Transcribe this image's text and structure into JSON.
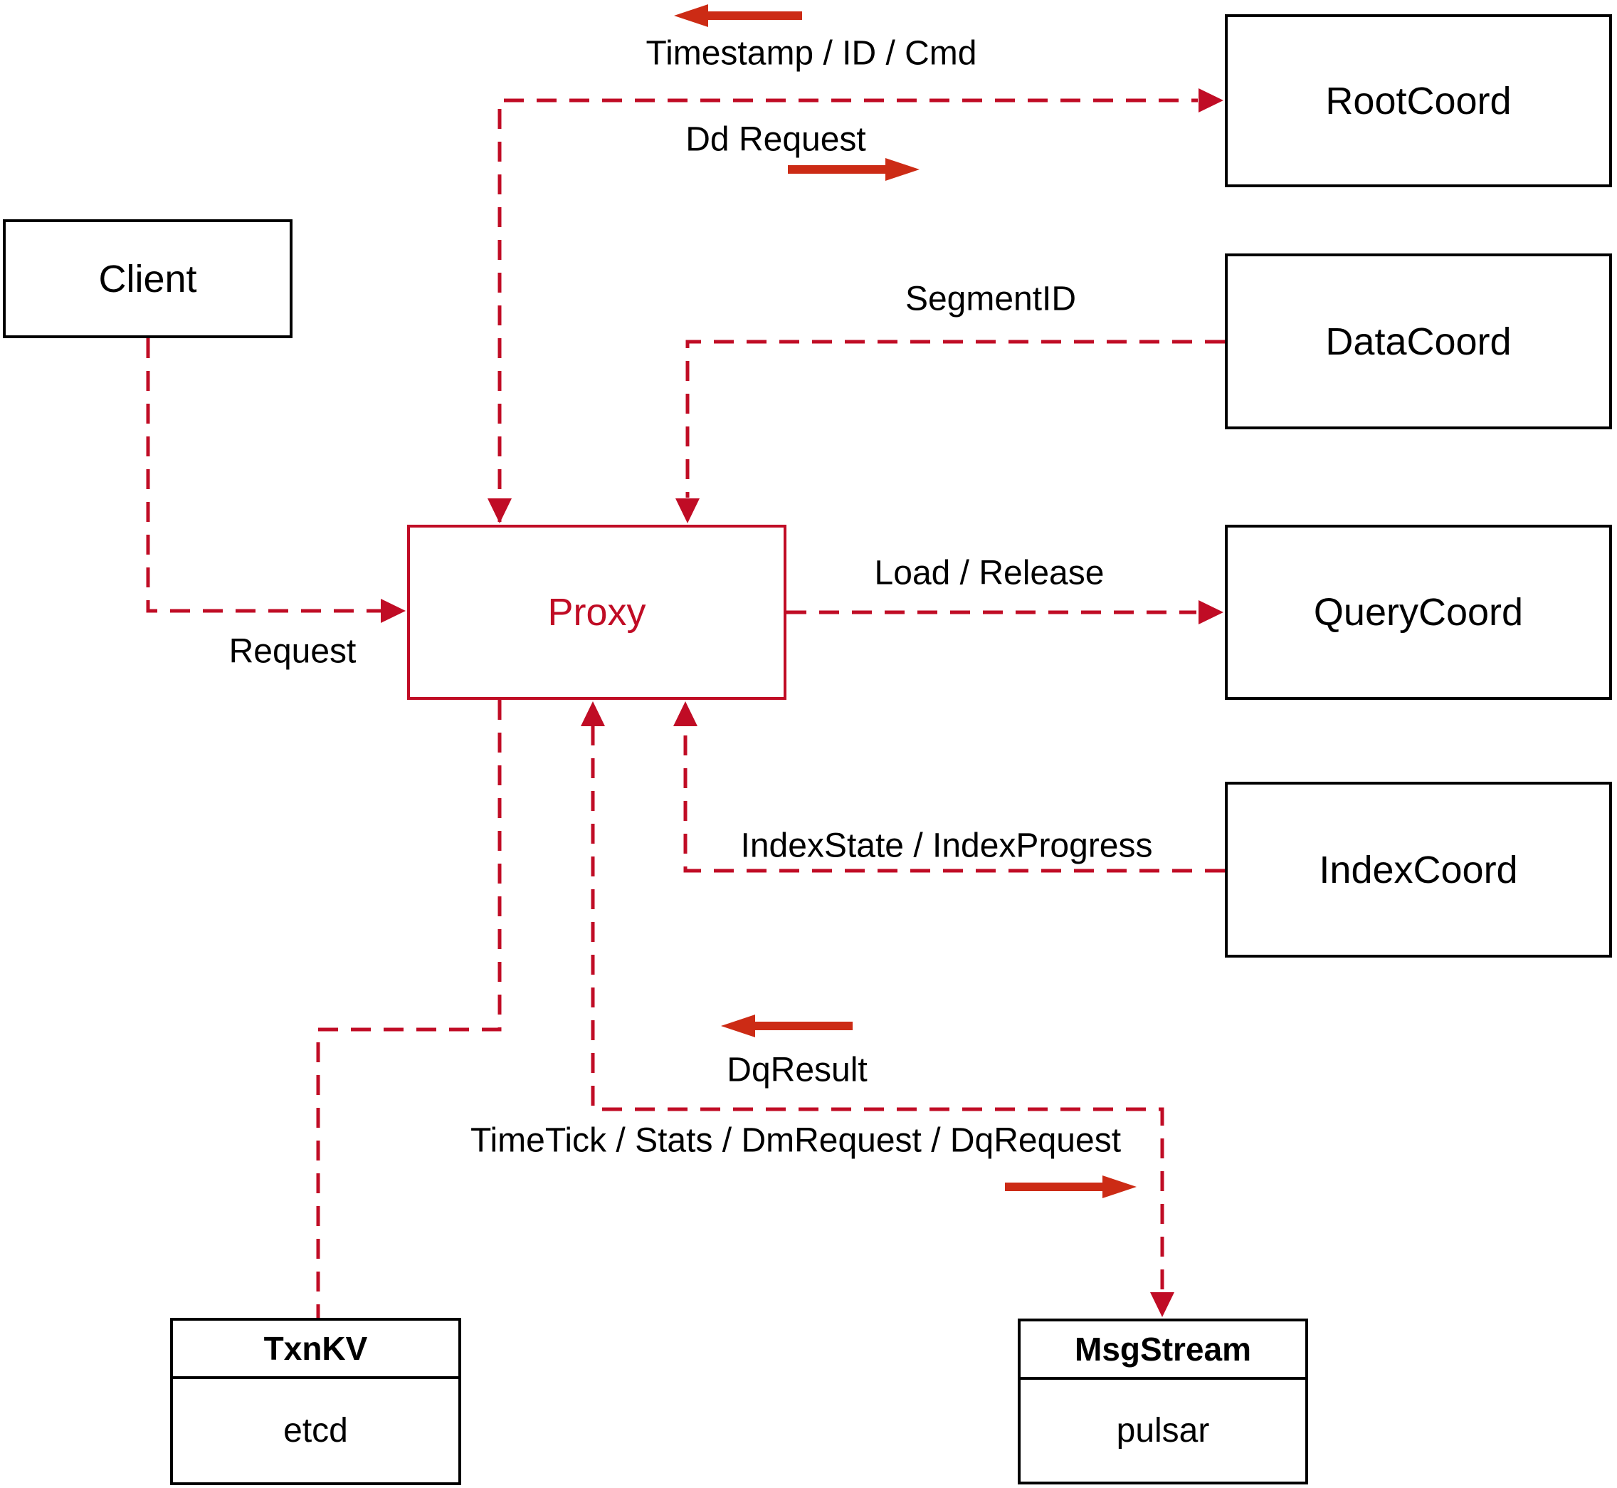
{
  "diagram": {
    "subject": "Proxy component architecture diagram",
    "colors": {
      "dashed_line": "#c00c25",
      "solid_arrow": "#cc2b15",
      "box_border": "#000000",
      "proxy_accent": "#c00c25",
      "background": "#ffffff",
      "text": "#000000"
    }
  },
  "nodes": {
    "client": {
      "label": "Client"
    },
    "proxy": {
      "label": "Proxy"
    },
    "rootcoord": {
      "label": "RootCoord"
    },
    "datacoord": {
      "label": "DataCoord"
    },
    "querycoord": {
      "label": "QueryCoord"
    },
    "indexcoord": {
      "label": "IndexCoord"
    },
    "txnkv": {
      "title": "TxnKV",
      "subtitle": "etcd"
    },
    "msgstream": {
      "title": "MsgStream",
      "subtitle": "pulsar"
    }
  },
  "edge_labels": {
    "request": "Request",
    "timestamp_id_cmd": "Timestamp / ID / Cmd",
    "dd_request": "Dd Request",
    "segment_id": "SegmentID",
    "load_release": "Load / Release",
    "index_state_progress": "IndexState / IndexProgress",
    "dq_result": "DqResult",
    "timetick_stats": "TimeTick / Stats / DmRequest / DqRequest"
  }
}
